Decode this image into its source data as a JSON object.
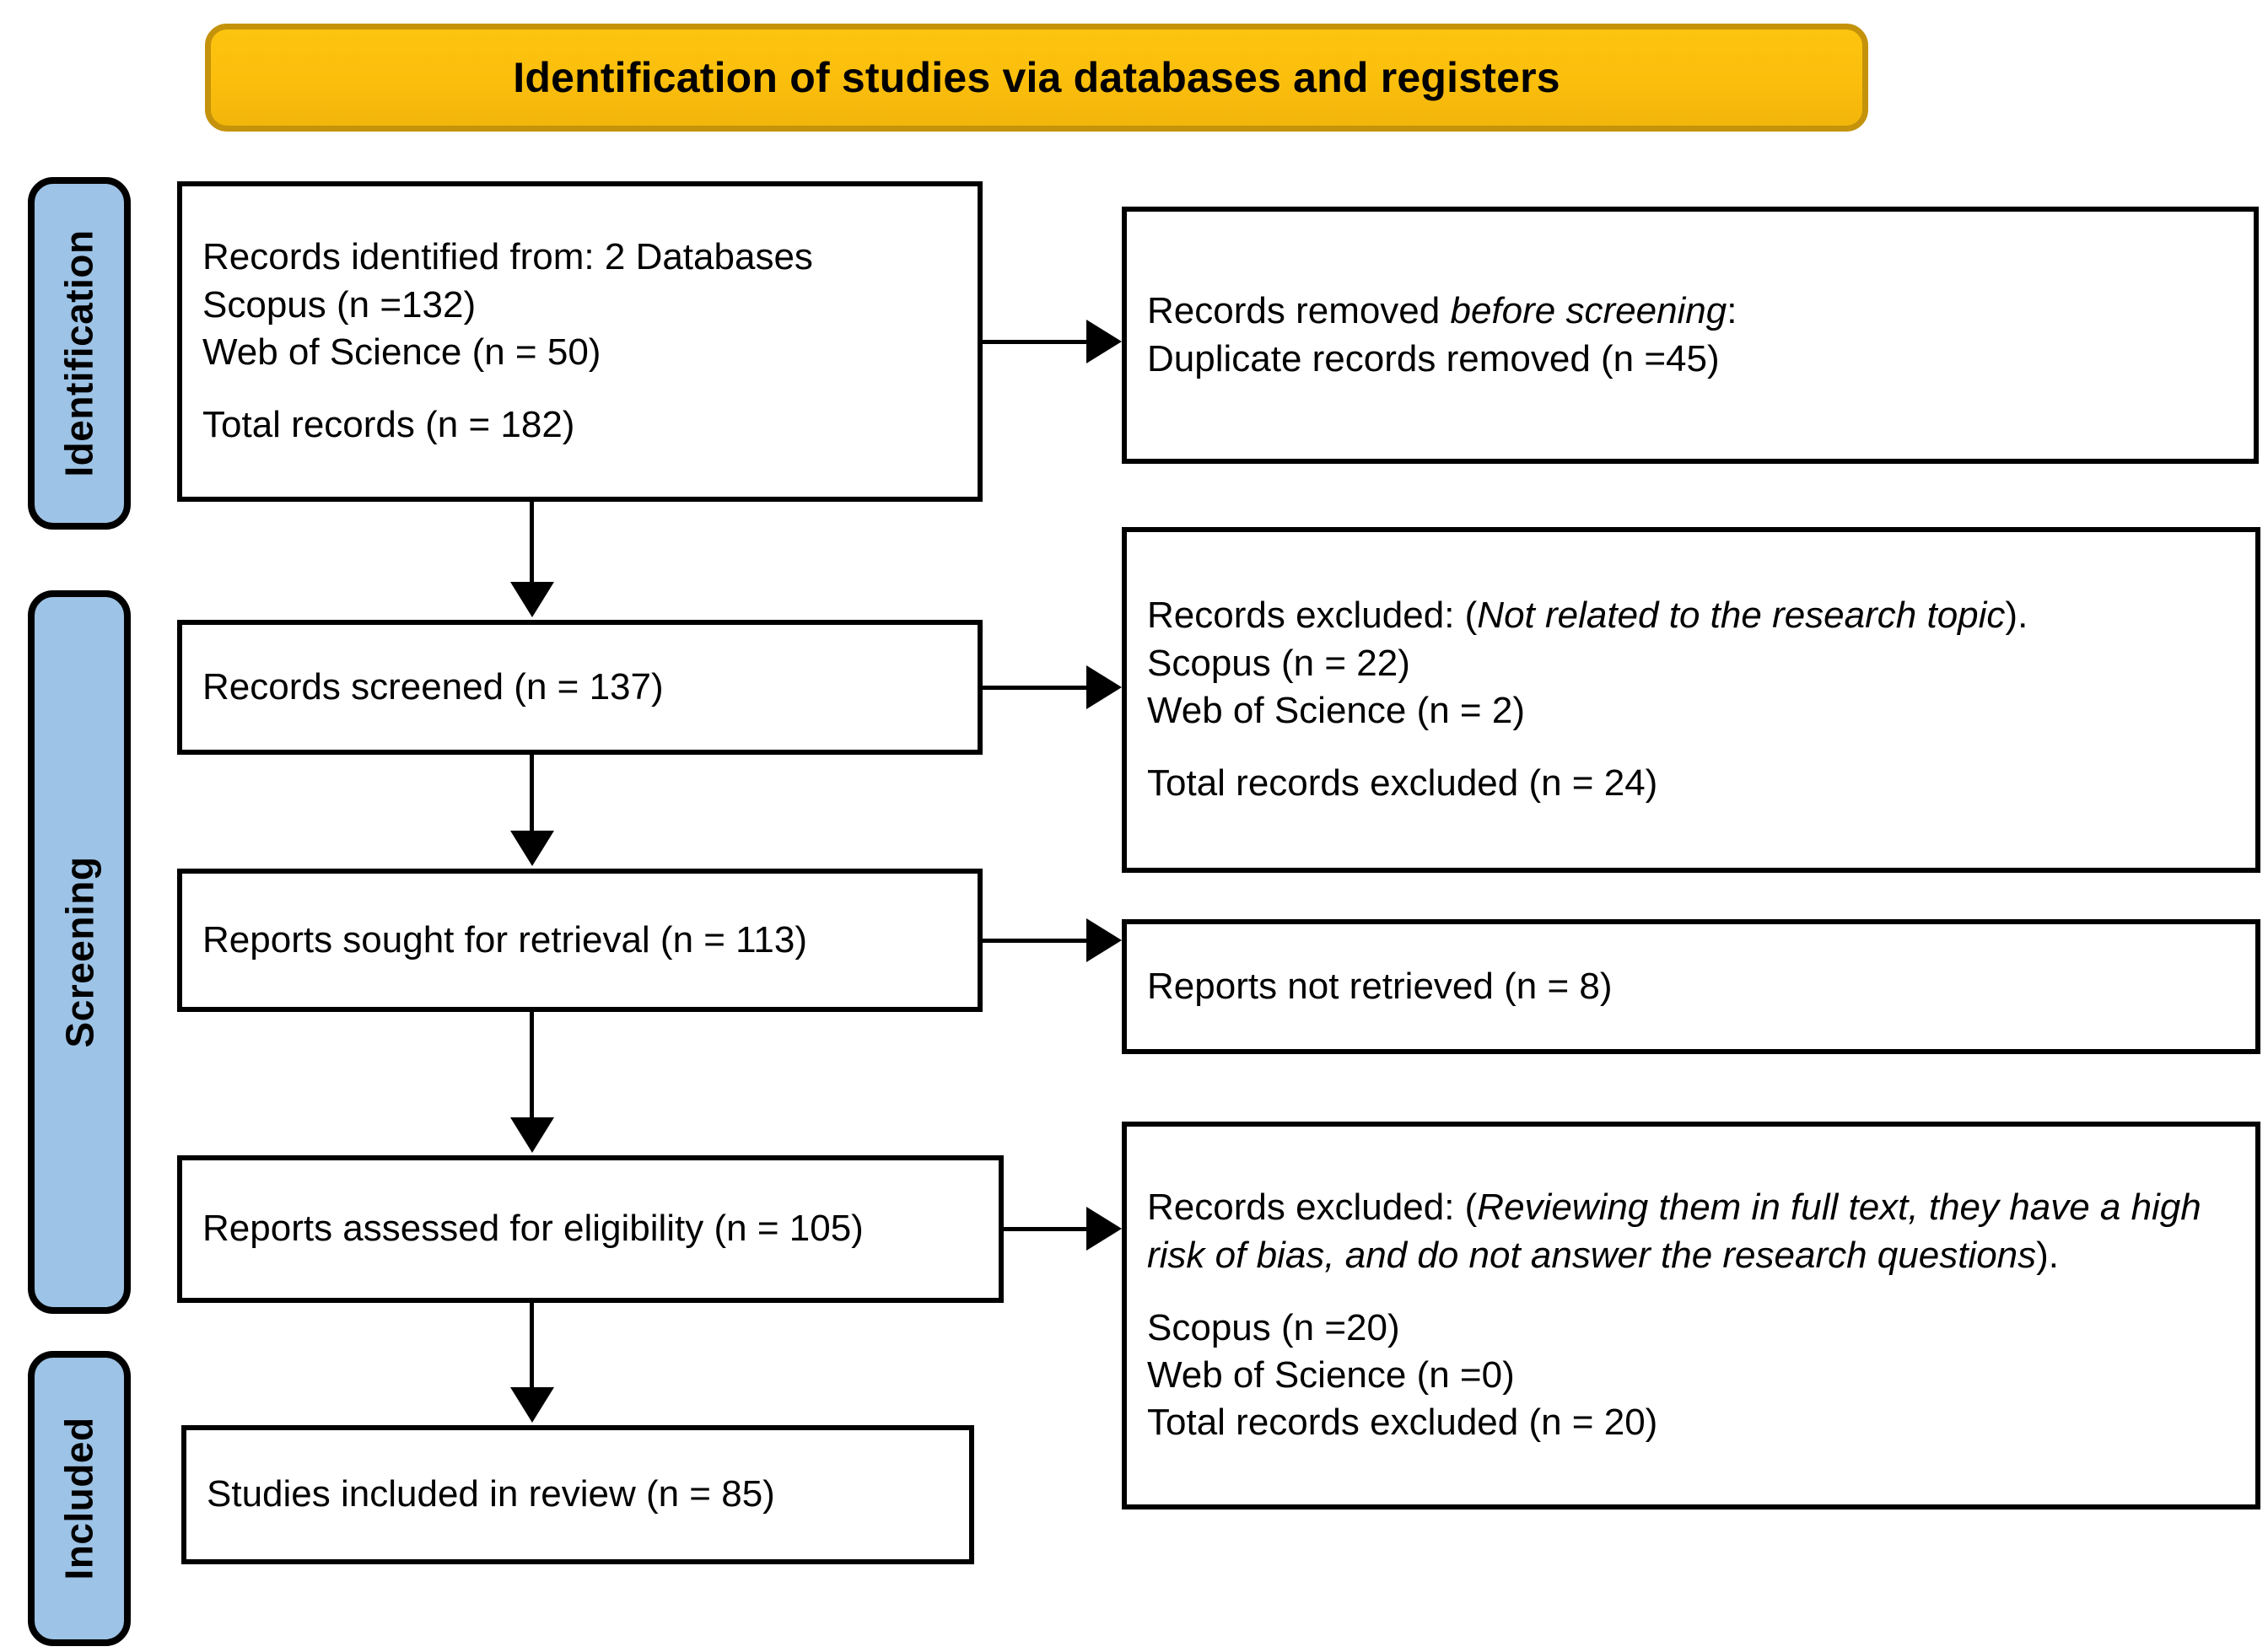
{
  "header": {
    "title": "Identification of studies via databases and registers",
    "fill_color": "#FBC00F",
    "border_color": "#C4930B"
  },
  "stage_labels": {
    "fill_color": "#9DC3E6",
    "border_color": "#000000",
    "identification": "Identification",
    "screening": "Screening",
    "included": "Included"
  },
  "flow": {
    "identified": {
      "line1": "Records identified from: 2 Databases",
      "line2": "Scopus (n =132)",
      "line3": "Web of Science (n = 50)",
      "line4": "Total records (n = 182)"
    },
    "removed_before_screening": {
      "line1_prefix": "Records removed ",
      "line1_italic": "before screening",
      "line1_suffix": ":",
      "line2": "Duplicate records removed (n =45)"
    },
    "screened": {
      "line1": "Records screened (n = 137)"
    },
    "excluded_screening": {
      "line1_prefix": "Records excluded: (",
      "line1_italic": "Not related to the research topic",
      "line1_suffix": ").",
      "line2": "Scopus (n = 22)",
      "line3": "Web of Science (n = 2)",
      "line4": "Total records excluded (n = 24)"
    },
    "sought_for_retrieval": {
      "line1": "Reports sought for retrieval (n = 113)"
    },
    "not_retrieved": {
      "line1": "Reports not retrieved (n = 8)"
    },
    "assessed_for_eligibility": {
      "line1": "Reports assessed for eligibility (n = 105)"
    },
    "excluded_full_text": {
      "line1_prefix": "Records excluded: (",
      "line1_italic": "Reviewing them in full text, they have a high risk of bias, and do not answer the research questions",
      "line1_suffix": ").",
      "line2": "Scopus (n =20)",
      "line3": "Web of Science (n =0)",
      "line4": "Total records excluded (n = 20)"
    },
    "included_in_review": {
      "line1": "Studies included in review (n = 85)"
    }
  },
  "chart_data": {
    "type": "diagram",
    "title": "Identification of studies via databases and registers",
    "stages": [
      "Identification",
      "Screening",
      "Included"
    ],
    "nodes": [
      {
        "id": "identified",
        "stage": "Identification",
        "label": "Records identified from: 2 Databases",
        "sources": [
          {
            "name": "Scopus",
            "n": 132
          },
          {
            "name": "Web of Science",
            "n": 50
          }
        ],
        "total": 182
      },
      {
        "id": "removed_before_screening",
        "stage": "Identification",
        "label": "Records removed before screening",
        "duplicates_removed": 45
      },
      {
        "id": "screened",
        "stage": "Screening",
        "label": "Records screened",
        "n": 137
      },
      {
        "id": "excluded_screening",
        "stage": "Screening",
        "label": "Records excluded: Not related to the research topic",
        "sources": [
          {
            "name": "Scopus",
            "n": 22
          },
          {
            "name": "Web of Science",
            "n": 2
          }
        ],
        "total_excluded": 24
      },
      {
        "id": "sought_for_retrieval",
        "stage": "Screening",
        "label": "Reports sought for retrieval",
        "n": 113
      },
      {
        "id": "not_retrieved",
        "stage": "Screening",
        "label": "Reports not retrieved",
        "n": 8
      },
      {
        "id": "assessed_for_eligibility",
        "stage": "Screening",
        "label": "Reports assessed for eligibility",
        "n": 105
      },
      {
        "id": "excluded_full_text",
        "stage": "Screening",
        "label": "Records excluded: Reviewing them in full text, they have a high risk of bias, and do not answer the research questions",
        "sources": [
          {
            "name": "Scopus",
            "n": 20
          },
          {
            "name": "Web of Science",
            "n": 0
          }
        ],
        "total_excluded": 20
      },
      {
        "id": "included_in_review",
        "stage": "Included",
        "label": "Studies included in review",
        "n": 85
      }
    ],
    "edges": [
      {
        "from": "identified",
        "to": "removed_before_screening",
        "direction": "right"
      },
      {
        "from": "identified",
        "to": "screened",
        "direction": "down"
      },
      {
        "from": "screened",
        "to": "excluded_screening",
        "direction": "right"
      },
      {
        "from": "screened",
        "to": "sought_for_retrieval",
        "direction": "down"
      },
      {
        "from": "sought_for_retrieval",
        "to": "not_retrieved",
        "direction": "right"
      },
      {
        "from": "sought_for_retrieval",
        "to": "assessed_for_eligibility",
        "direction": "down"
      },
      {
        "from": "assessed_for_eligibility",
        "to": "excluded_full_text",
        "direction": "right"
      },
      {
        "from": "assessed_for_eligibility",
        "to": "included_in_review",
        "direction": "down"
      }
    ]
  }
}
